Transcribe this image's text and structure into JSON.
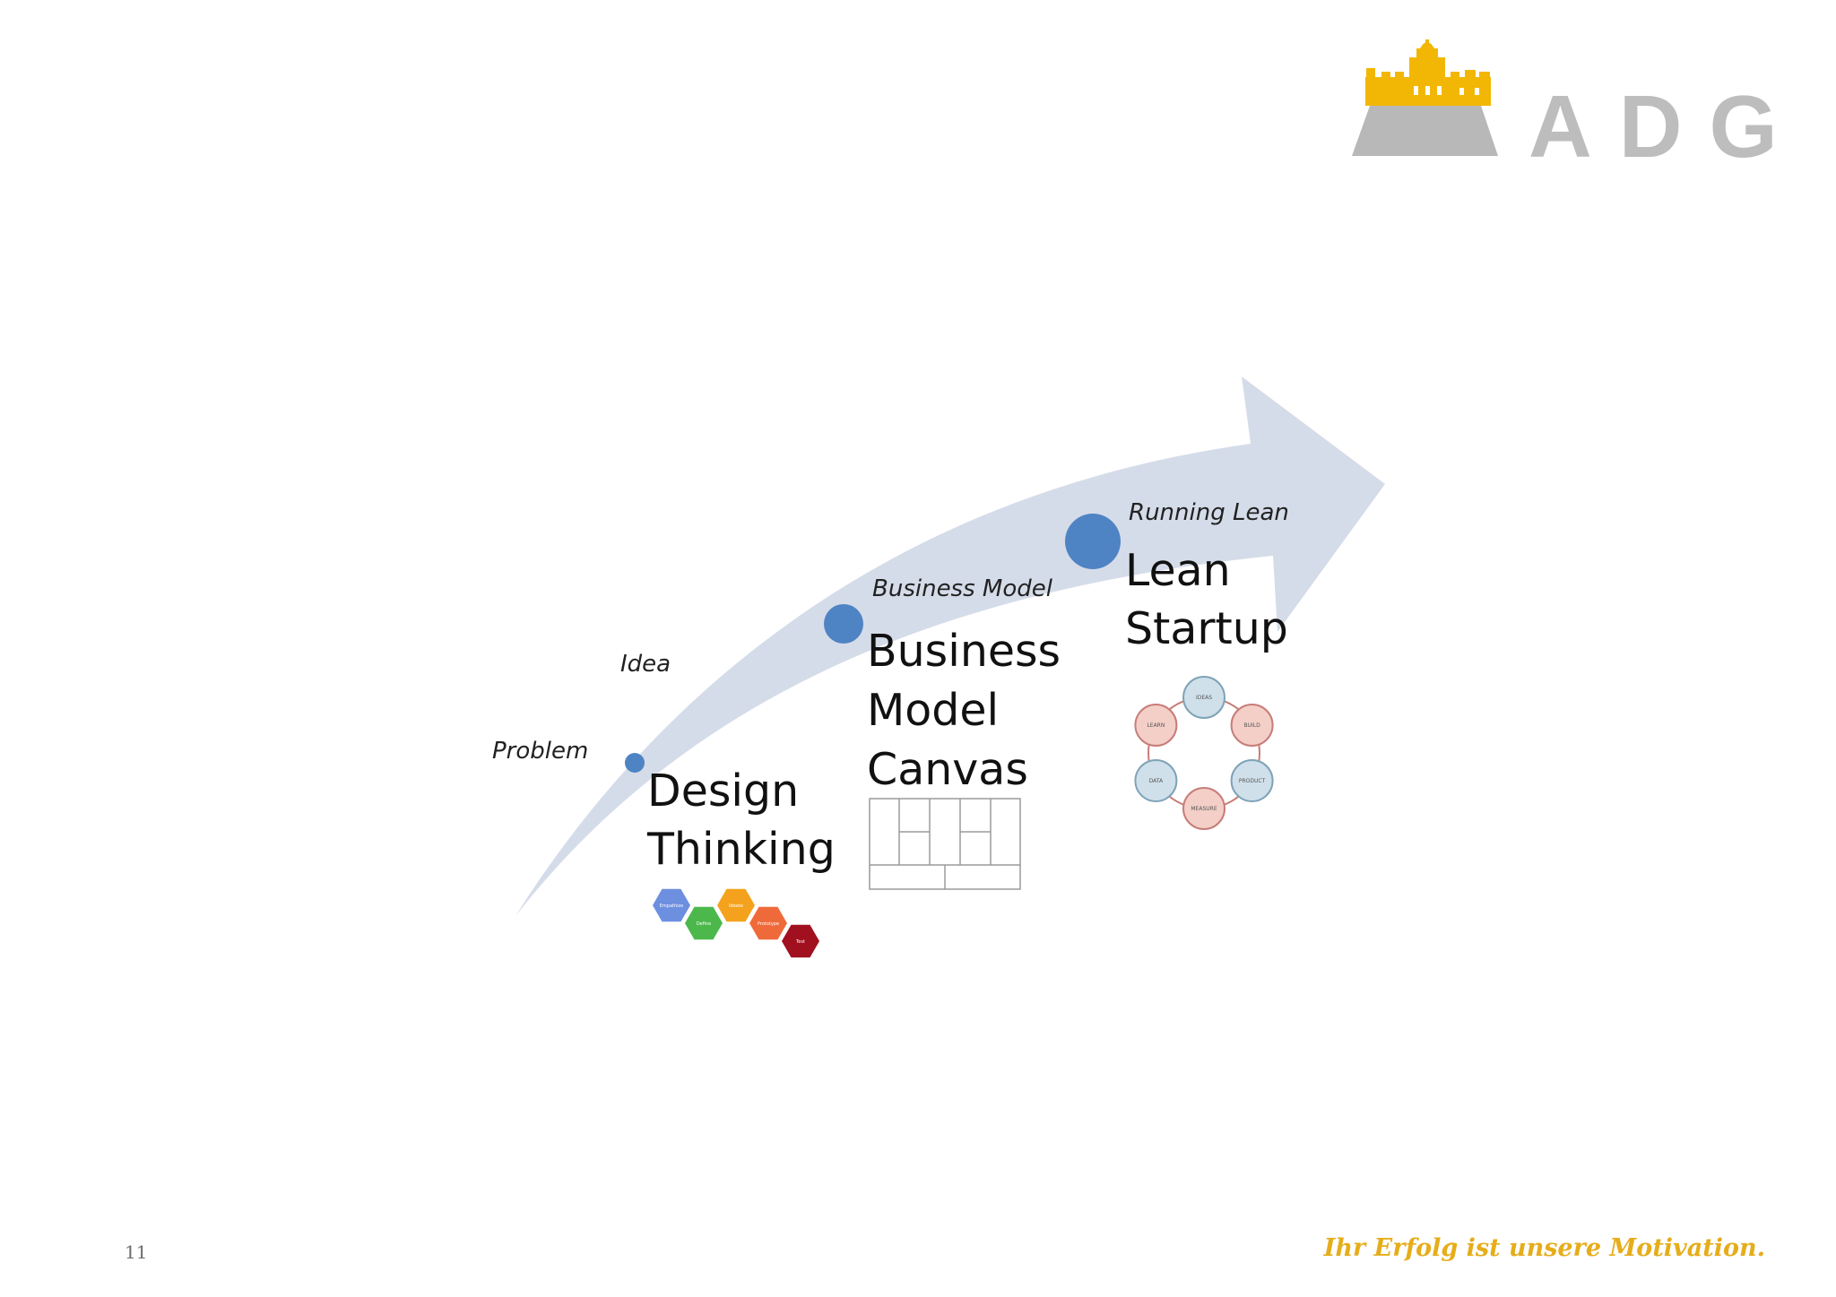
{
  "logo": {
    "text": "ADG",
    "colors": {
      "castle": "#f2b705",
      "base": "#b8b8b8",
      "letters": "#bdbdbd"
    }
  },
  "arrow": {
    "color": "#d5dce9"
  },
  "stages": [
    {
      "id": "problem",
      "label": "Problem",
      "has_marker": true,
      "marker_color": "#4f84c4"
    },
    {
      "id": "idea",
      "label": "Idea",
      "has_marker": false
    },
    {
      "id": "business-model",
      "label": "Business Model",
      "has_marker": true,
      "marker_color": "#4f84c4"
    },
    {
      "id": "running-lean",
      "label": "Running Lean",
      "has_marker": true,
      "marker_color": "#4f84c4"
    }
  ],
  "methods": [
    {
      "id": "design-thinking",
      "title_lines": [
        "Design",
        "Thinking"
      ]
    },
    {
      "id": "business-model-canvas",
      "title_lines": [
        "Business",
        "Model",
        "Canvas"
      ]
    },
    {
      "id": "lean-startup",
      "title_lines": [
        "Lean",
        "Startup"
      ]
    }
  ],
  "design_thinking_hexagons": [
    {
      "color": "#6d8fe0",
      "label": "Empathize"
    },
    {
      "color": "#4cb84c",
      "label": "Define"
    },
    {
      "color": "#f4a21d",
      "label": "Ideate"
    },
    {
      "color": "#ef6a3a",
      "label": "Prototype"
    },
    {
      "color": "#a1101f",
      "label": "Test"
    }
  ],
  "lean_cycle_nodes": [
    {
      "label": "IDEAS",
      "color": "#cfe0ea"
    },
    {
      "label": "BUILD",
      "color": "#f3cfc8"
    },
    {
      "label": "PRODUCT",
      "color": "#cfe0ea"
    },
    {
      "label": "MEASURE",
      "color": "#f3cfc8"
    },
    {
      "label": "DATA",
      "color": "#cfe0ea"
    },
    {
      "label": "LEARN",
      "color": "#f3cfc8"
    }
  ],
  "footer": {
    "page_number": "11",
    "tagline": "Ihr Erfolg ist unsere Motivation.",
    "tagline_color": "#e6ad1a"
  }
}
